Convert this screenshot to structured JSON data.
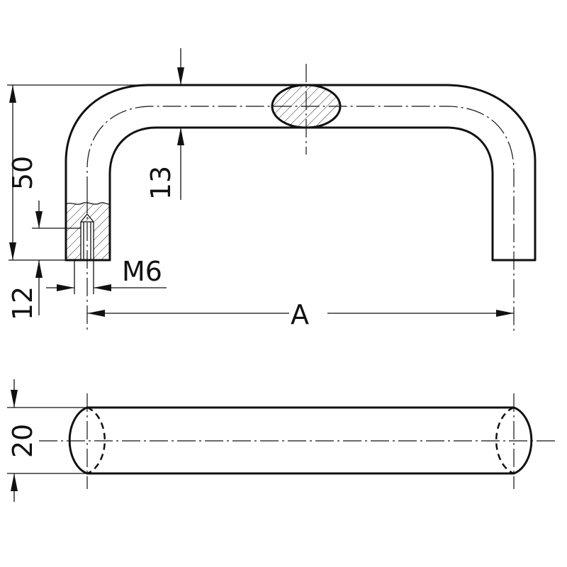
{
  "dimensions": {
    "height_total": "50",
    "bar_thickness": "13",
    "thread_depth": "12",
    "thread": "M6",
    "span": "A",
    "diameter": "20"
  },
  "colors": {
    "line": "#111111",
    "background": "#ffffff"
  }
}
